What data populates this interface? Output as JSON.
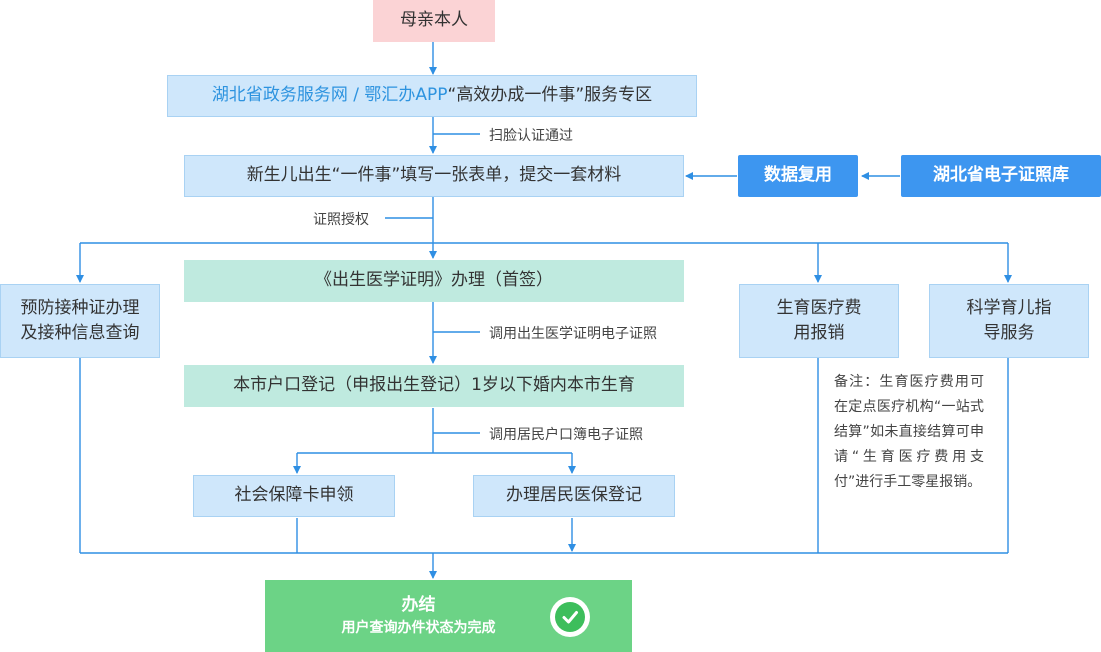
{
  "nodes": {
    "mother": "母亲本人",
    "portal_service": "湖北省政务服务网 / 鄂汇办APP",
    "portal_zone": "“高效办成一件事”服务专区",
    "form": "新生儿出生“一件事”填写一张表单，提交一套材料",
    "data_reuse": "数据复用",
    "cert_library": "湖北省电子证照库",
    "vaccination": "预防接种证办理及接种信息查询",
    "birth_cert": "《出生医学证明》办理（首签）",
    "reimbursement": "生育医疗费用报销",
    "parenting": "科学育儿指导服务",
    "household": "本市户口登记（申报出生登记）1岁以下婚内本市生育",
    "social_card": "社会保障卡申领",
    "insurance": "办理居民医保登记",
    "done_title": "办结",
    "done_sub": "用户查询办件状态为完成"
  },
  "edge_labels": {
    "face_auth": "扫脸认证通过",
    "authorization": "证照授权",
    "birth_cert_call": "调用出生医学证明电子证照",
    "household_call": "调用居民户口簿电子证照"
  },
  "note": "备注：生育医疗费用可在定点医疗机构“一站式结算”如未直接结算可申请“生育医疗费用支付”进行手工零星报销。",
  "colors": {
    "line": "#2f8fe3",
    "light_box": "#cfe7fb",
    "pink_box": "#fbd3d5",
    "mint_box": "#bfeadf",
    "blue_box": "#3d96f0",
    "green_box": "#6cd386"
  },
  "icons": {
    "done": "check-circle-icon"
  }
}
